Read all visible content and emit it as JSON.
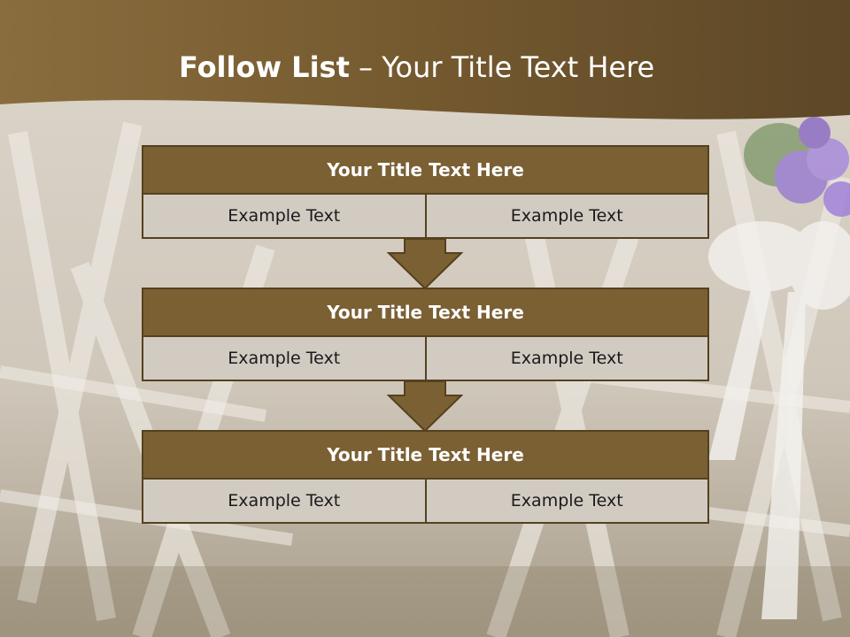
{
  "slide": {
    "title_bold": "Follow List",
    "title_rest": " – Your Title Text Here"
  },
  "blocks": [
    {
      "title": "Your Title Text Here",
      "left": "Example Text",
      "right": "Example Text"
    },
    {
      "title": "Your Title Text Here",
      "left": "Example Text",
      "right": "Example Text"
    },
    {
      "title": "Your Title Text Here",
      "left": "Example Text",
      "right": "Example Text"
    }
  ],
  "colors": {
    "header_brown": "#7b6034",
    "cell_gray": "#d1cbc2",
    "border_dark": "#55411f"
  }
}
